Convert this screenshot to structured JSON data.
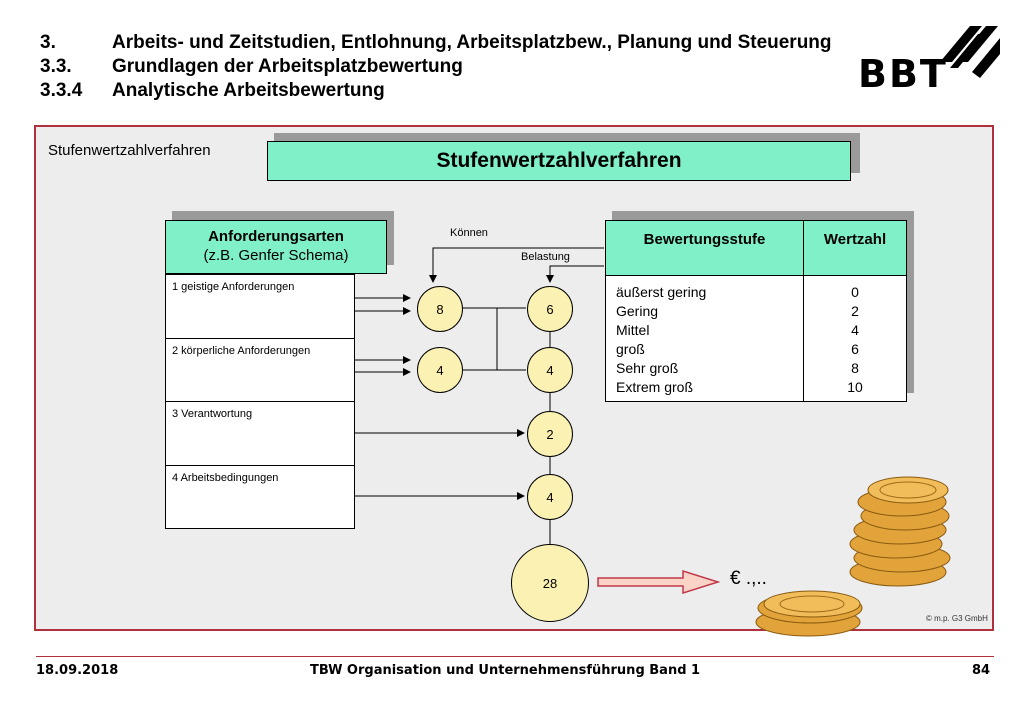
{
  "header": {
    "lines": [
      {
        "num": "3.",
        "text": "Arbeits- und Zeitstudien, Entlohnung, Arbeitsplatzbew., Planung und Steuerung"
      },
      {
        "num": "3.3.",
        "text": "Grundlagen der Arbeitsplatzbewertung"
      },
      {
        "num": "3.3.4",
        "text": "Analytische Arbeitsbewertung"
      }
    ],
    "logo_text": "BBT"
  },
  "panel": {
    "caption": "Stufenwertzahlverfahren",
    "banner_title": "Stufenwertzahlverfahren"
  },
  "requirements": {
    "title": "Anforderungsarten",
    "subtitle": "(z.B. Genfer Schema)",
    "items": [
      "1 geistige Anforderungen",
      "2 körperliche Anforderungen",
      "3 Verantwortung",
      "4 Arbeitsbedingungen"
    ]
  },
  "flow": {
    "koennen_label": "Können",
    "belastung_label": "Belastung",
    "left_values": [
      "8",
      "4"
    ],
    "right_values": [
      "6",
      "4",
      "2",
      "4"
    ],
    "total": "28",
    "result": "€ .,.."
  },
  "rating_table": {
    "col1_header": "Bewertungsstufe",
    "col2_header": "Wertzahl",
    "levels": [
      "äußerst gering",
      "Gering",
      "Mittel",
      "groß",
      "Sehr groß",
      "Extrem groß"
    ],
    "values": [
      "0",
      "2",
      "4",
      "6",
      "8",
      "10"
    ]
  },
  "copyright": "© m.p. G3 GmbH",
  "footer": {
    "date": "18.09.2018",
    "title": "TBW Organisation und Unternehmensführung Band 1",
    "page": "84"
  },
  "colors": {
    "teal": "#7ff0c7",
    "circle_fill": "#fbf1b3",
    "panel_border": "#b0313d",
    "arrow_fill": "#fbd3c7",
    "arrow_stroke": "#c0394a",
    "coin": "#e2a33a"
  }
}
